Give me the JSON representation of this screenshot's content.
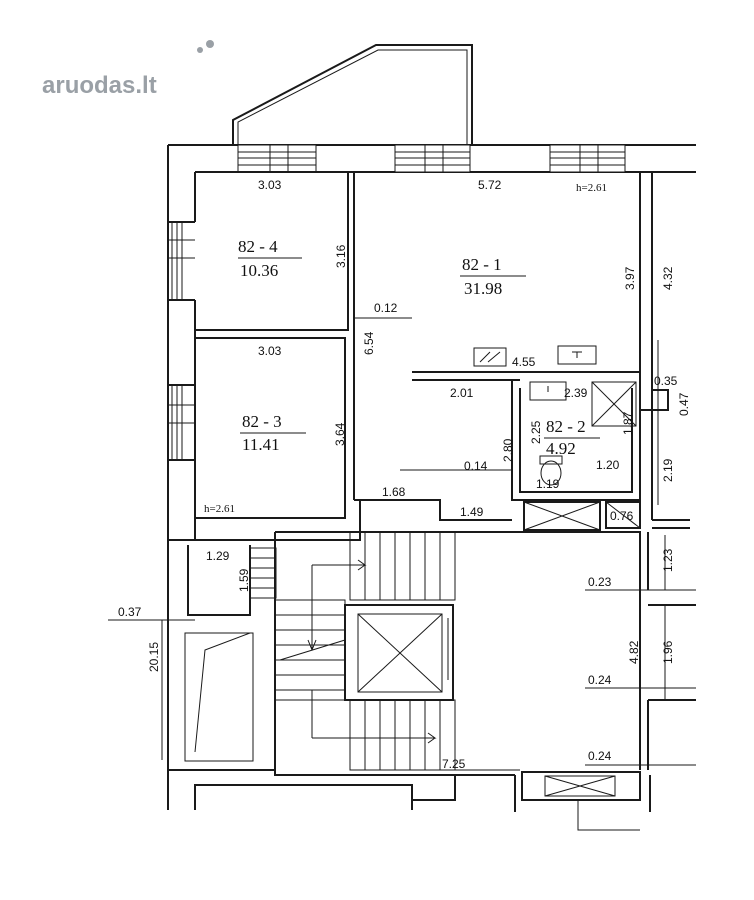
{
  "logo": {
    "text": "aruodas",
    "suffix": ".lt"
  },
  "rooms": {
    "r4": {
      "id": "82 - 4",
      "area": "10.36"
    },
    "r1": {
      "id": "82 - 1",
      "area": "31.98"
    },
    "r3": {
      "id": "82 - 3",
      "area": "11.41"
    },
    "r2": {
      "id": "82 - 2",
      "area": "4.92"
    }
  },
  "heights": {
    "h1": "h=2.61",
    "h2": "h=2.61"
  },
  "dims": {
    "d303a": "3.03",
    "d572": "5.72",
    "d316": "3.16",
    "d397": "3.97",
    "d432": "4.32",
    "d012": "0.12",
    "d654": "6.54",
    "d303b": "3.03",
    "d455": "4.55",
    "d035": "0.35",
    "d047": "0.47",
    "d201": "2.01",
    "d239": "2.39",
    "d225": "2.25",
    "d187": "1.87",
    "d364": "3.64",
    "d280": "2.80",
    "d014": "0.14",
    "d120": "1.20",
    "d119": "1.19",
    "d219": "2.19",
    "d168": "1.68",
    "d149": "1.49",
    "d076": "0.76",
    "d129": "1.29",
    "d159": "1.59",
    "d123": "1.23",
    "d023": "0.23",
    "d037": "0.37",
    "d2015": "20.15",
    "d482": "4.82",
    "d196": "1.96",
    "d024a": "0.24",
    "d024b": "0.24",
    "d725": "7.25"
  }
}
